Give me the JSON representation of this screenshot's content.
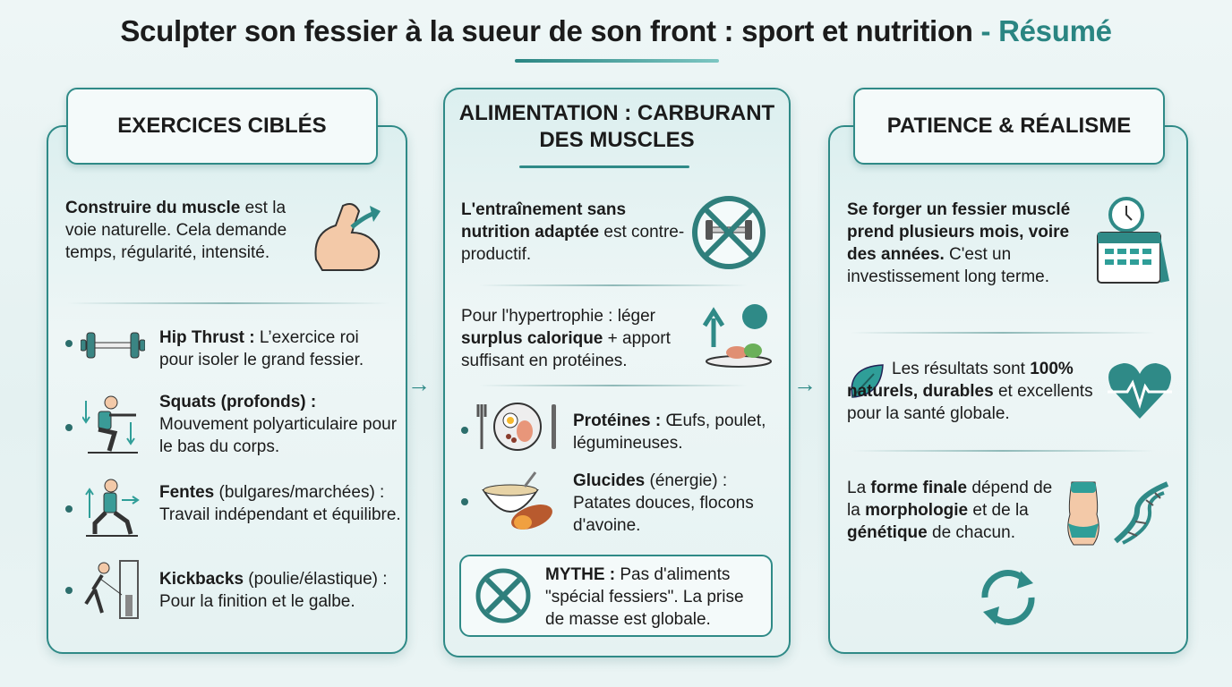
{
  "title": {
    "main": "Sculpter son fessier à la sueur de son front : sport et nutrition",
    "suffix": "- Résumé"
  },
  "colors": {
    "accent": "#2f8a87",
    "title_suffix": "#2a8582",
    "background": "#e8f3f3"
  },
  "columns": [
    {
      "header": "EXERCICES CIBLÉS",
      "intro": [
        {
          "t": "Construire du muscle",
          "b": true
        },
        {
          "t": " est la voie naturelle. Cela demande temps, régularité, intensité."
        }
      ],
      "intro_icon": "flexed-bicep-arrow-icon",
      "items": [
        {
          "icon": "barbell-icon",
          "text": [
            {
              "t": "Hip Thrust :",
              "b": true
            },
            {
              "t": " L’exercice roi pour isoler le grand fessier."
            }
          ]
        },
        {
          "icon": "squat-figure-icon",
          "text": [
            {
              "t": "Squats (profonds) :",
              "b": true
            },
            {
              "t": " Mouvement polyarticulaire pour le bas du corps."
            }
          ]
        },
        {
          "icon": "lunge-figure-icon",
          "text": [
            {
              "t": "Fentes",
              "b": true
            },
            {
              "t": " (bulgares/marchées) : Travail indépendant et équilibre."
            }
          ]
        },
        {
          "icon": "cable-kickback-icon",
          "text": [
            {
              "t": "Kickbacks",
              "b": true
            },
            {
              "t": " (poulie/élastique) : Pour la finition et le galbe."
            }
          ]
        }
      ]
    },
    {
      "header": "ALIMENTATION : CARBURANT DES MUSCLES",
      "intro": [
        {
          "t": "L'entraînement sans nutrition adaptée",
          "b": true
        },
        {
          "t": " est contre-productif."
        }
      ],
      "intro_icon": "no-dumbbell-fork-knife-icon",
      "second": [
        {
          "t": "Pour l'hypertrophie : léger "
        },
        {
          "t": "surplus calorique",
          "b": true
        },
        {
          "t": " + apport suffisant en protéines."
        }
      ],
      "second_icon": "calorie-surplus-plate-icon",
      "items": [
        {
          "icon": "protein-plate-icon",
          "text": [
            {
              "t": "Protéines :",
              "b": true
            },
            {
              "t": " Œufs, poulet, légumineuses."
            }
          ]
        },
        {
          "icon": "oat-bowl-sweet-potato-icon",
          "text": [
            {
              "t": "Glucides",
              "b": true
            },
            {
              "t": " (énergie) : Patates douces, flocons d'avoine."
            }
          ]
        }
      ],
      "myth": [
        {
          "t": "MYTHE :",
          "b": true
        },
        {
          "t": " Pas d'aliments \"spécial fessiers\". La prise de masse est globale."
        }
      ],
      "myth_icon": "cross-circle-icon"
    },
    {
      "header": "PATIENCE & RÉALISME",
      "intro": [
        {
          "t": "Se forger un fessier musclé prend plusieurs mois, voire des années.",
          "b": true
        },
        {
          "t": " C'est un investissement long terme."
        }
      ],
      "intro_icon": "calendar-clock-icon",
      "second": [
        {
          "t": "Les résultats sont "
        },
        {
          "t": "100% naturels, durables",
          "b": true
        },
        {
          "t": " et excellents pour la santé globale."
        }
      ],
      "second_icons": [
        "leaf-icon",
        "heart-pulse-icon"
      ],
      "third": [
        {
          "t": "La "
        },
        {
          "t": "forme finale",
          "b": true
        },
        {
          "t": " dépend de la "
        },
        {
          "t": "morphologie",
          "b": true
        },
        {
          "t": " et de la "
        },
        {
          "t": "génétique",
          "b": true
        },
        {
          "t": " de chacun."
        }
      ],
      "third_icons": [
        "body-shape-icon",
        "dna-icon"
      ],
      "footer_icon": "cycle-arrows-icon"
    }
  ]
}
